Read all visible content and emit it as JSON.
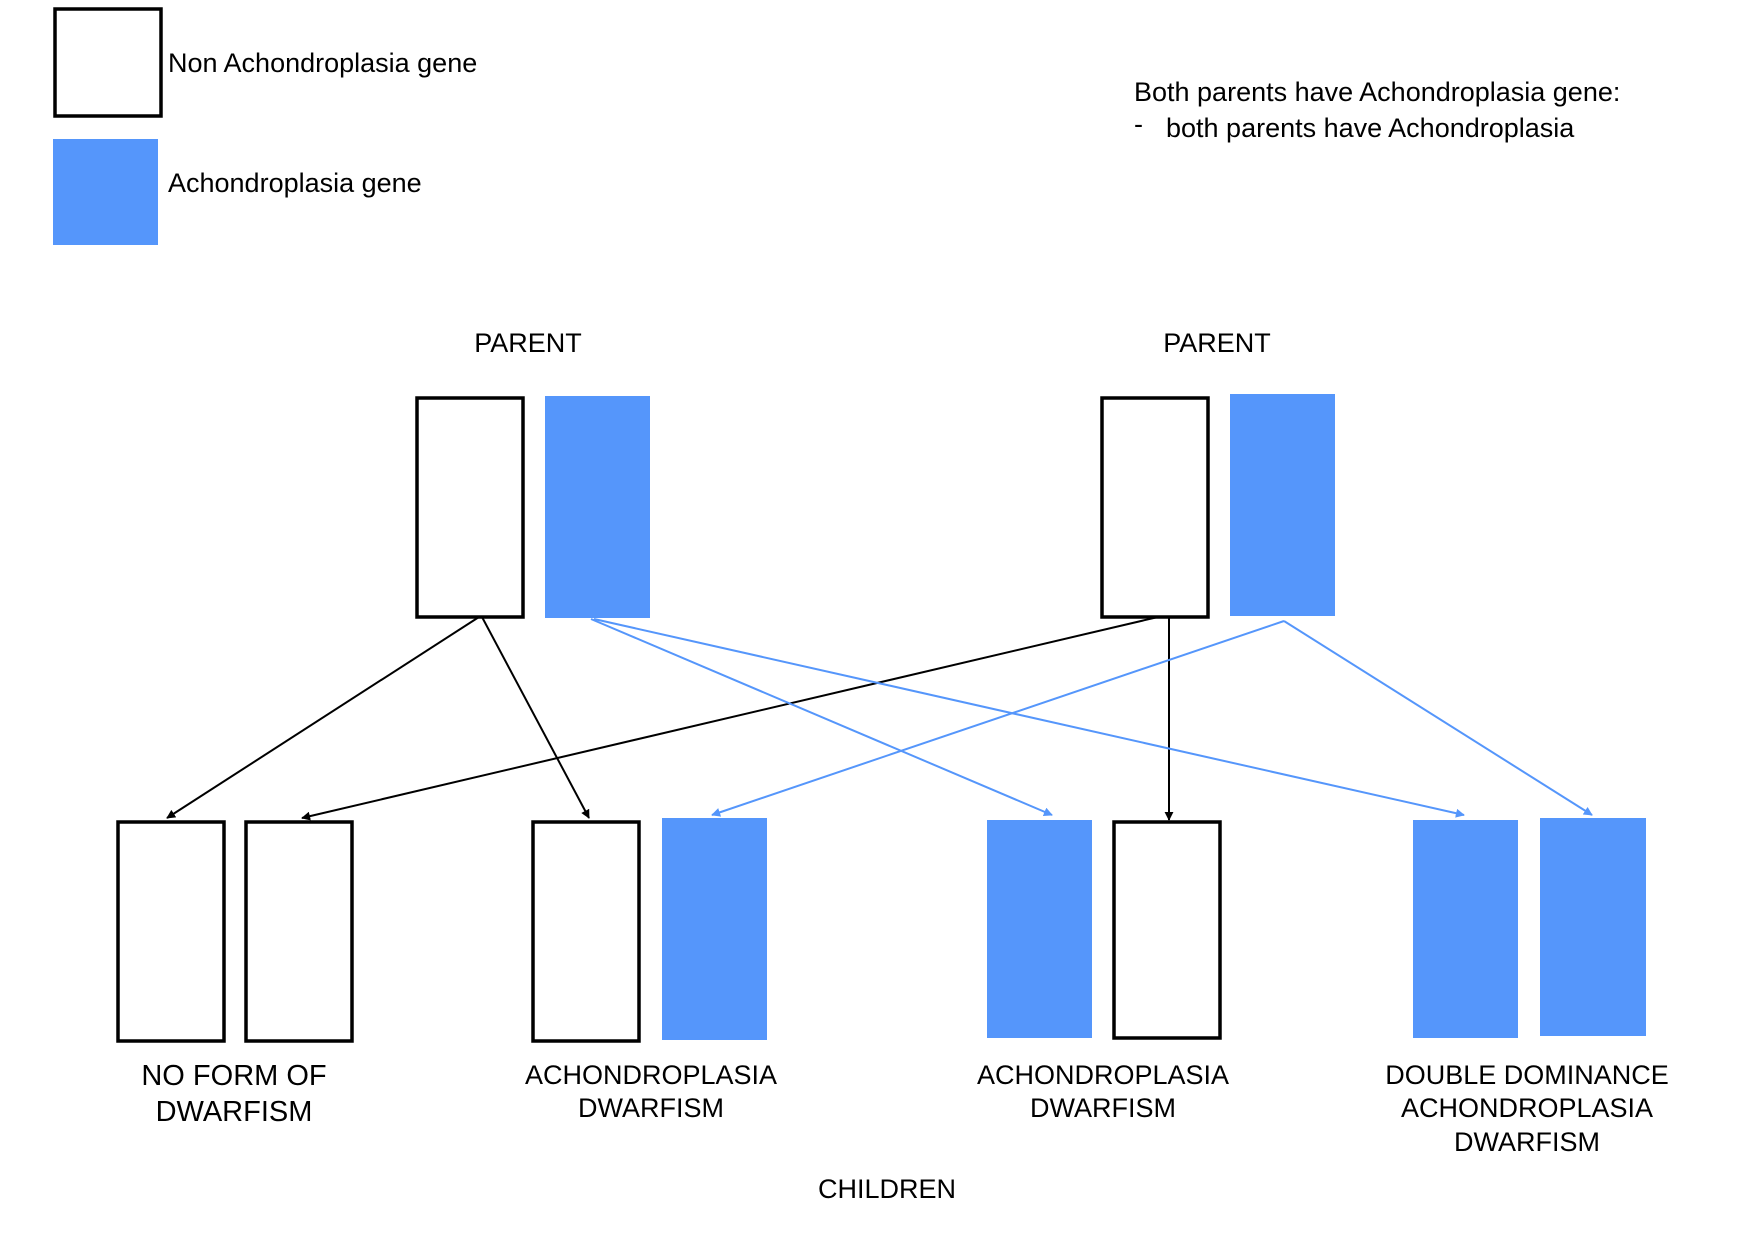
{
  "legend": {
    "non_gene_label": "Non Achondroplasia gene",
    "gene_label": "Achondroplasia gene"
  },
  "note": {
    "line1": "Both parents have Achondroplasia gene:",
    "bullet": "-",
    "line2": "both parents have Achondroplasia"
  },
  "parents": [
    {
      "label": "PARENT",
      "genes": [
        "non",
        "achon"
      ]
    },
    {
      "label": "PARENT",
      "genes": [
        "non",
        "achon"
      ]
    }
  ],
  "children": {
    "title": "CHILDREN",
    "items": [
      {
        "genes": [
          "non",
          "non"
        ],
        "outcome": [
          "NO FORM OF",
          "DWARFISM"
        ]
      },
      {
        "genes": [
          "non",
          "achon"
        ],
        "outcome": [
          "ACHONDROPLASIA",
          "DWARFISM"
        ]
      },
      {
        "genes": [
          "achon",
          "non"
        ],
        "outcome": [
          "ACHONDROPLASIA",
          "DWARFISM"
        ]
      },
      {
        "genes": [
          "achon",
          "achon"
        ],
        "outcome": [
          "DOUBLE DOMINANCE",
          "ACHONDROPLASIA",
          "DWARFISM"
        ]
      }
    ]
  },
  "colors": {
    "achondroplasia_gene": "#5596fb",
    "non_achondroplasia_gene": "#ffffff",
    "outline": "#000000"
  }
}
